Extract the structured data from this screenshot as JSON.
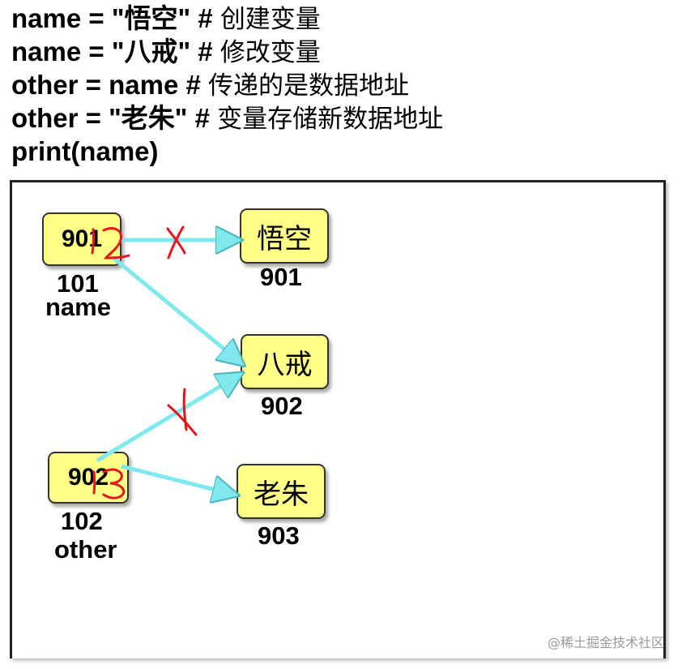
{
  "code": [
    {
      "stmt": "name = \"悟空\" #",
      "comment": "创建变量"
    },
    {
      "stmt": "name = \"八戒\" #",
      "comment": "修改变量"
    },
    {
      "stmt": "other = name #",
      "comment": "传递的是数据地址"
    },
    {
      "stmt": "other = \"老朱\" #",
      "comment": "变量存储新数据地址"
    },
    {
      "stmt": "print(name)",
      "comment": ""
    }
  ],
  "diagram": {
    "var_name": {
      "value": "901",
      "address": "101",
      "label": "name",
      "mark": "2"
    },
    "var_other": {
      "value": "902",
      "address": "102",
      "label": "other",
      "mark": "3"
    },
    "objects": [
      {
        "text": "悟空",
        "address": "901"
      },
      {
        "text": "八戒",
        "address": "902"
      },
      {
        "text": "老朱",
        "address": "903"
      }
    ],
    "colors": {
      "box_fill": "#ffff88",
      "arrow": "#7fe9ee",
      "annotation": "#e8141c"
    }
  },
  "watermark": "@稀土掘金技术社区"
}
